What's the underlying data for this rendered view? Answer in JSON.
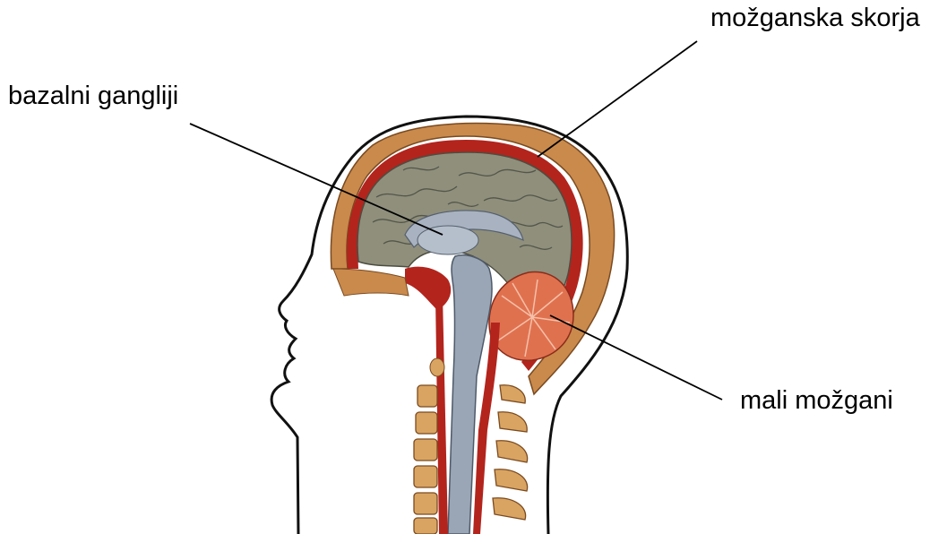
{
  "labels": {
    "cerebral_cortex": "možganska skorja",
    "basal_ganglia": "bazalni gangliji",
    "cerebellum": "mali možgani"
  },
  "colors": {
    "outline": "#111111",
    "skin_bone": "#c98a4c",
    "vessel_red": "#b3241d",
    "cortex_grey": "#8f8f7c",
    "brainstem_blue": "#9aa6b6",
    "cerebellum_red": "#e0714f",
    "vertebra": "#d9a461"
  }
}
